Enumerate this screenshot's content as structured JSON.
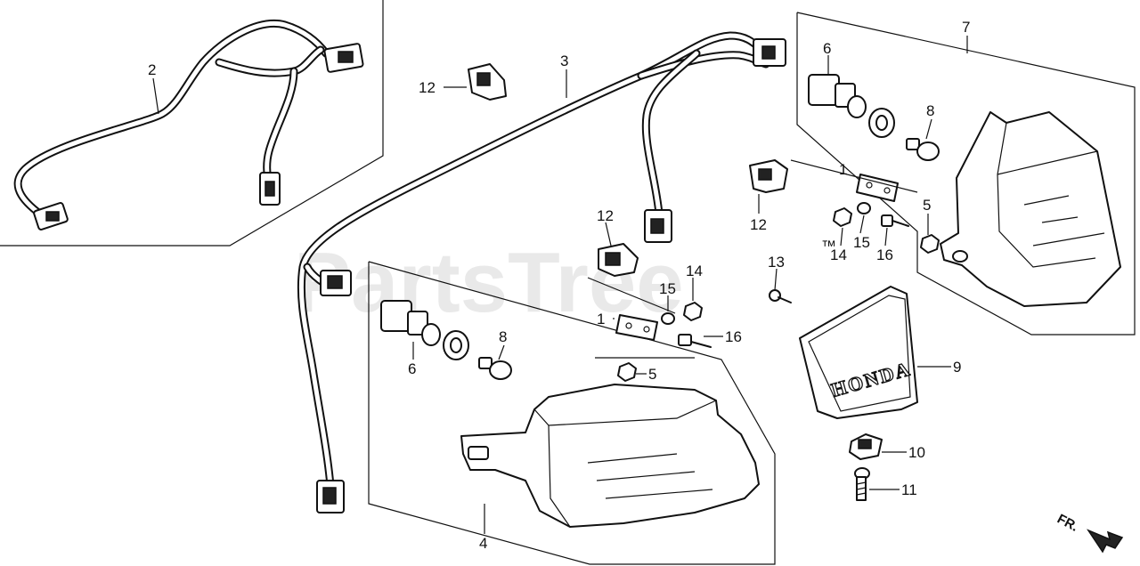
{
  "watermark": "PartsTree",
  "watermark_mark": "™",
  "brand_text": "HONDA",
  "direction_label": "FR.",
  "callouts": {
    "c1a": "1",
    "c1b": "1",
    "c2": "2",
    "c3": "3",
    "c4": "4",
    "c5a": "5",
    "c5b": "5",
    "c6a": "6",
    "c6b": "6",
    "c7": "7",
    "c8a": "8",
    "c8b": "8",
    "c9": "9",
    "c10": "10",
    "c11": "11",
    "c12a": "12",
    "c12b": "12",
    "c12c": "12",
    "c13": "13",
    "c14a": "14",
    "c14b": "14",
    "c15a": "15",
    "c15b": "15",
    "c16a": "16",
    "c16b": "16"
  }
}
